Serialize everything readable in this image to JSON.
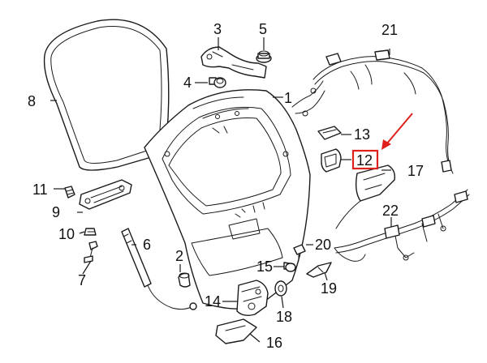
{
  "callouts": [
    {
      "id": "1",
      "label": "1"
    },
    {
      "id": "2",
      "label": "2"
    },
    {
      "id": "3",
      "label": "3"
    },
    {
      "id": "4",
      "label": "4"
    },
    {
      "id": "5",
      "label": "5"
    },
    {
      "id": "6",
      "label": "6"
    },
    {
      "id": "7",
      "label": "7"
    },
    {
      "id": "8",
      "label": "8"
    },
    {
      "id": "9",
      "label": "9"
    },
    {
      "id": "10",
      "label": "10"
    },
    {
      "id": "11",
      "label": "11"
    },
    {
      "id": "12",
      "label": "12"
    },
    {
      "id": "13",
      "label": "13"
    },
    {
      "id": "14",
      "label": "14"
    },
    {
      "id": "15",
      "label": "15"
    },
    {
      "id": "16",
      "label": "16"
    },
    {
      "id": "17",
      "label": "17"
    },
    {
      "id": "18",
      "label": "18"
    },
    {
      "id": "19",
      "label": "19"
    },
    {
      "id": "20",
      "label": "20"
    },
    {
      "id": "21",
      "label": "21"
    },
    {
      "id": "22",
      "label": "22"
    }
  ],
  "highlight": {
    "callout": "12",
    "color": "#e0201b"
  }
}
